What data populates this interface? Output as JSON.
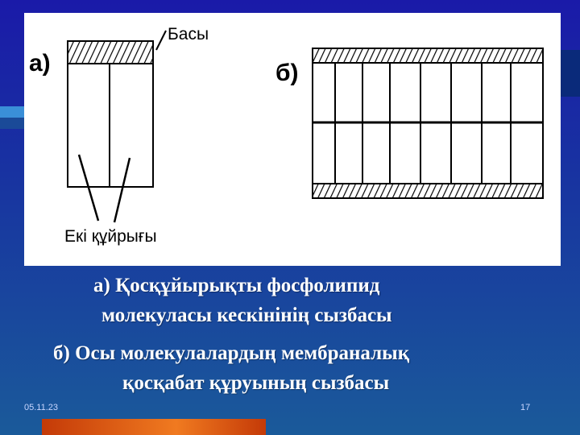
{
  "diagram": {
    "label_a": "а)",
    "label_b": "б)",
    "head_label": "Басы",
    "tails_label": "Екі құйрығы"
  },
  "caption": {
    "line1": "а) Қосқұйырықты фосфолипид",
    "line2": "молекуласы кескінінің сызбасы",
    "line3": "б) Осы молекулалардың мембраналық",
    "line4": "қосқабат құруының сызбасы"
  },
  "footer": {
    "date": "05.11.23",
    "page": "17"
  },
  "colors": {
    "background": "#1a1aa8",
    "panel": "#ffffff",
    "accent_orange": "#e05a10",
    "accent_blue": "#3aa0e8"
  }
}
